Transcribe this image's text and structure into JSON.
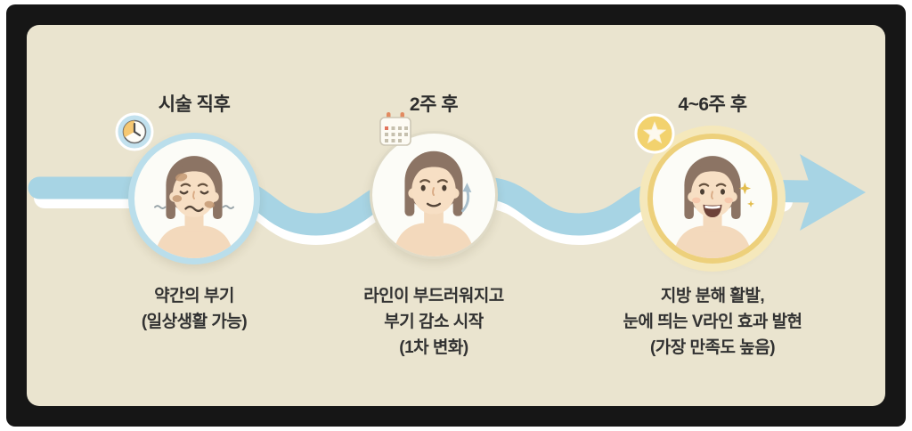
{
  "timeline": {
    "direction": "left-to-right",
    "arrow_color": "#a7d4e4"
  },
  "stages": [
    {
      "title": "시술 직후",
      "badge_icon": "clock-icon",
      "caption_lines": [
        "약간의 부기",
        "(일상생활 가능)"
      ]
    },
    {
      "title": "2주 후",
      "badge_icon": "calendar-icon",
      "caption_lines": [
        "라인이 부드러워지고",
        "부기 감소 시작",
        "(1차 변화)"
      ]
    },
    {
      "title": "4~6주 후",
      "badge_icon": "star-icon",
      "caption_lines": [
        "지방 분해 활발,",
        "눈에 띄는 V라인 효과 발현",
        "(가장 만족도 높음)"
      ]
    }
  ],
  "colors": {
    "frame": "#161616",
    "panel_bg": "#eae4cf",
    "ribbon_blue": "#a7d4e4",
    "node1_ring": "#badeeb",
    "node3_ring": "#edd07b",
    "node3_halo": "#f5e8bb",
    "badge_blue": "#c2e1ee",
    "badge_yellow": "#f2d26e",
    "text": "#2d2d2d"
  }
}
